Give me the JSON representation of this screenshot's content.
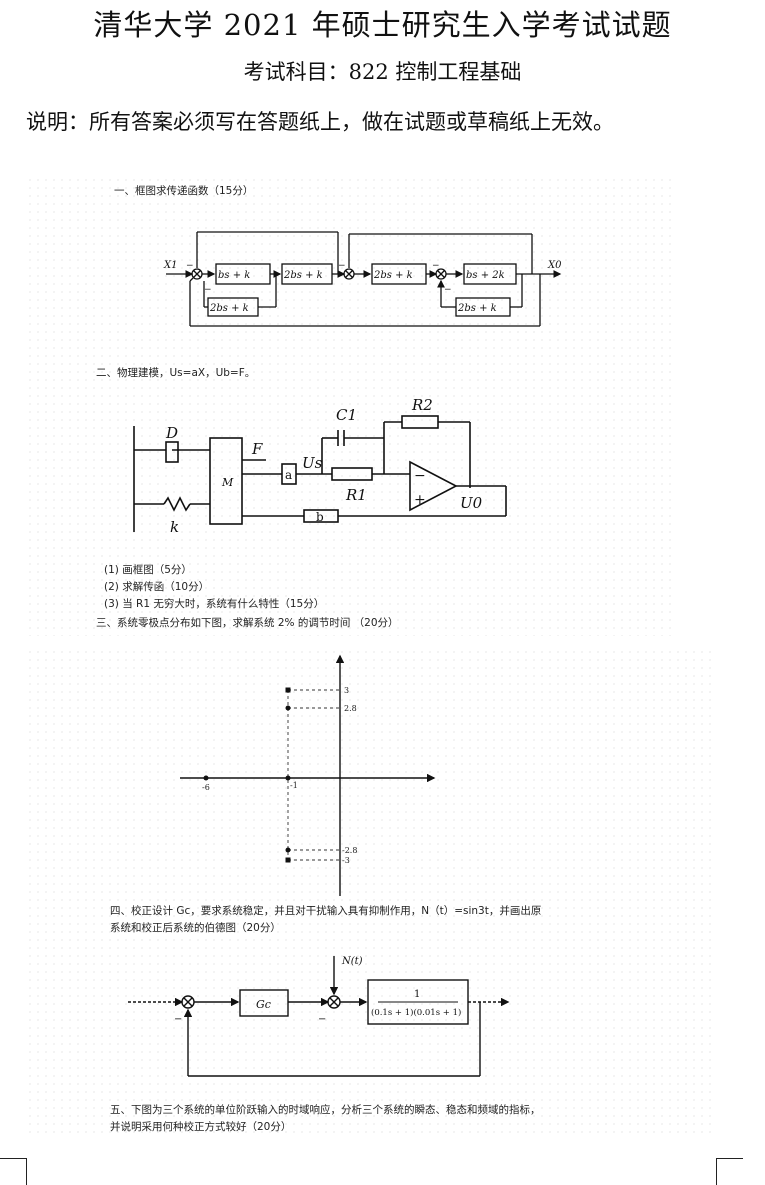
{
  "header": {
    "title": "清华大学 2021 年硕士研究生入学考试试题",
    "subject": "考试科目：822 控制工程基础",
    "instructions": "说明：所有答案必须写在答题纸上，做在试题或草稿纸上无效。"
  },
  "q1": {
    "text": "一、框图求传递函数（15分）",
    "input": "X1",
    "output": "X0",
    "blocks": [
      "bs + k",
      "2bs + k",
      "2bs + k",
      "2bs + k",
      "bs + 2k",
      "2bs + k"
    ]
  },
  "q2": {
    "text": "二、物理建模，Us=aX，Ub=F。",
    "labels": {
      "D": "D",
      "M": "M",
      "F": "F",
      "k": "k",
      "a": "a",
      "b": "b",
      "Us": "Us",
      "C1": "C1",
      "R1": "R1",
      "R2": "R2",
      "U0": "U0"
    },
    "sub": [
      "(1) 画框图（5分）",
      "(2) 求解传函（10分）",
      "(3) 当 R1 无穷大时，系统有什么特性（15分）"
    ]
  },
  "q3": {
    "text": "三、系统零极点分布如下图，求解系统 2% 的调节时间 （20分）",
    "ticks": {
      "y_top1": "3",
      "y_top2": "2.8",
      "y_bot1": "-2.8",
      "y_bot2": "-3",
      "x1": "-1",
      "x2": "-6"
    }
  },
  "q4": {
    "text_line1": "四、校正设计 Gc，要求系统稳定，并且对干扰输入具有抑制作用，N（t）=sin3t，并画出原",
    "text_line2": "系统和校正后系统的伯德图（20分）",
    "labels": {
      "N": "N(t)",
      "Gc": "Gc",
      "num": "1",
      "den": "(0.1s + 1)(0.01s + 1)",
      "minus1": "−",
      "minus2": "−"
    }
  },
  "q5": {
    "text_line1": "五、下图为三个系统的单位阶跃输入的时域响应，分析三个系统的瞬态、稳态和频域的指标，",
    "text_line2": "并说明采用何种校正方式较好（20分）"
  }
}
